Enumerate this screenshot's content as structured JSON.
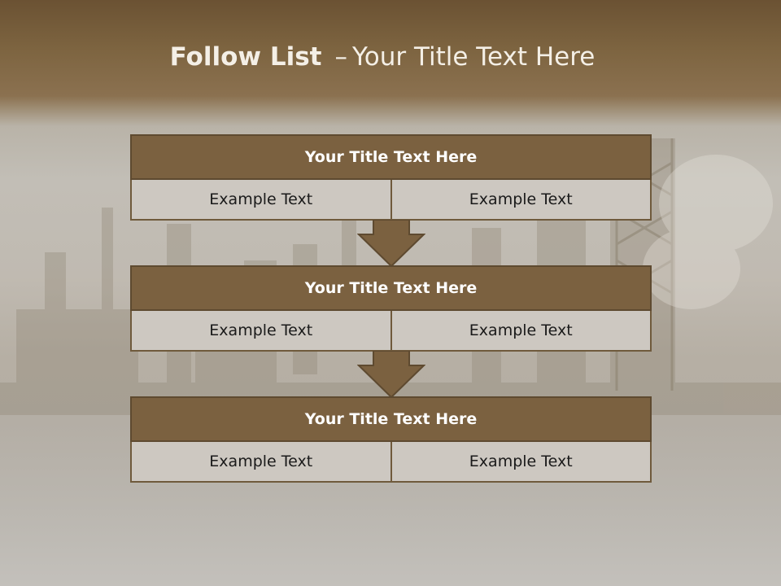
{
  "header": {
    "title_bold": "Follow List",
    "separator": "–",
    "title_rest": "Your Title Text Here"
  },
  "steps": [
    {
      "title": "Your Title Text Here",
      "cells": [
        "Example Text",
        "Example Text"
      ]
    },
    {
      "title": "Your Title Text Here",
      "cells": [
        "Example Text",
        "Example Text"
      ]
    },
    {
      "title": "Your Title Text Here",
      "cells": [
        "Example Text",
        "Example Text"
      ]
    }
  ],
  "colors": {
    "header_band": "#7d6440",
    "box_title_fill": "#7b6140",
    "cell_fill": "#cdc8c1",
    "arrow_fill": "#7b6140"
  }
}
